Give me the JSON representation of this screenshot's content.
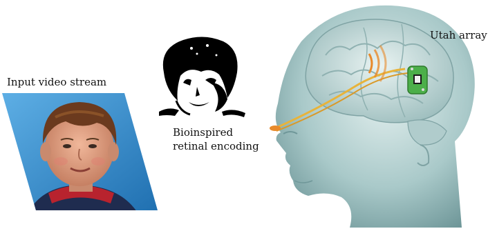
{
  "labels": {
    "input_video": "Input video stream",
    "retinal_line1": "Bioinspired",
    "retinal_line2": "retinal encoding",
    "utah_array": "Utah array"
  },
  "colors": {
    "background": "#ffffff",
    "photo_sky": "#2f8fd0",
    "hair": "#6b3a1e",
    "skin": "#d9967a",
    "shirt": "#1f2c4f",
    "hood_red": "#b8232e",
    "head_teal": "#9fc3c4",
    "brain": "#b9d3d2",
    "nerve_yellow": "#e8b33a",
    "signal_orange": "#e88a2b",
    "implant_green": "#4caf4a"
  },
  "icons": [
    "input-photo",
    "retinal-silhouette",
    "head-brain-illustration",
    "utah-array-implant",
    "signal-waves-icon"
  ]
}
